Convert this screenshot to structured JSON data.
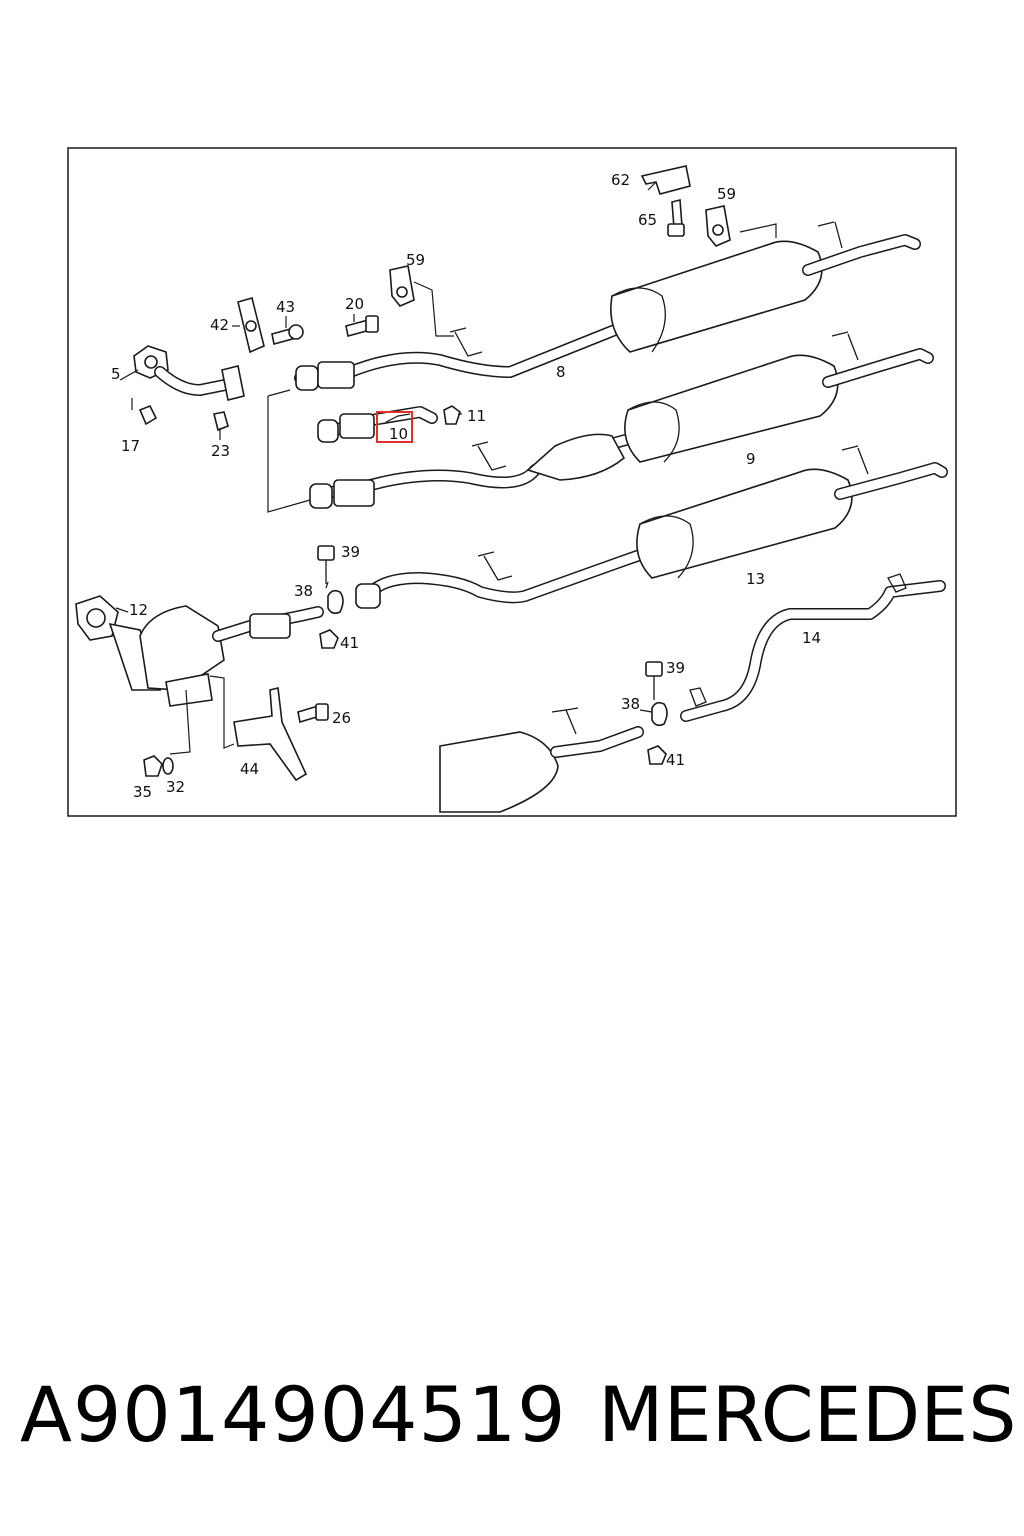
{
  "diagram": {
    "callouts": [
      "5",
      "17",
      "42",
      "43",
      "23",
      "20",
      "59",
      "8",
      "59",
      "62",
      "65",
      "10",
      "11",
      "9",
      "39",
      "38",
      "41",
      "13",
      "12",
      "14",
      "39",
      "38",
      "41",
      "26",
      "44",
      "35",
      "32"
    ],
    "highlighted_callout": "10",
    "highlight_color": "#e0302a"
  },
  "footer": {
    "part_number": "A9014904519",
    "brand": "MERCEDES"
  }
}
